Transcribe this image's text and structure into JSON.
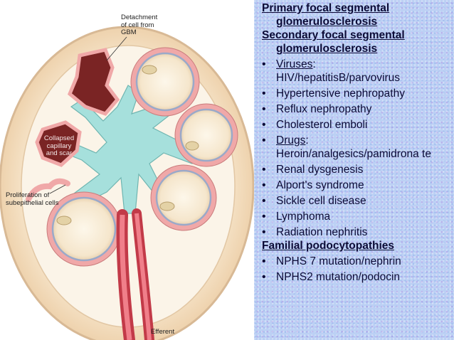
{
  "figure": {
    "labels": {
      "detachment": "Detachment\nof cell from\nGBM",
      "collapsed": "Collapsed\ncapillary\nand scar",
      "proliferation": "Proliferation of\nsubepithelial cells",
      "efferent": "Efferent"
    }
  },
  "panel": {
    "primary_heading": "Primary focal segmental glomerulosclerosis",
    "secondary_heading": "Secondary focal segmental glomerulosclerosis",
    "secondary_items": [
      {
        "label": "Viruses",
        "suffix": ":",
        "detail": "HIV/hepatitisB/parvovirus"
      },
      {
        "label": "Hypertensive nephropathy"
      },
      {
        "label": "Reflux nephropathy"
      },
      {
        "label": "Cholesterol emboli"
      },
      {
        "label": "Drugs",
        "suffix": ":",
        "detail": "Heroin/analgesics/pamidrona te"
      },
      {
        "label": "Renal dysgenesis"
      },
      {
        "label": "Alport's syndrome"
      },
      {
        "label": "Sickle cell disease"
      },
      {
        "label": "Lymphoma"
      },
      {
        "label": "Radiation nephritis"
      }
    ],
    "familial_heading": "Familial podocytopathies",
    "familial_items": [
      {
        "label": "NPHS 7 mutation/nephrin"
      },
      {
        "label": "NPHS2 mutation/podocin"
      }
    ]
  },
  "colors": {
    "capsule": "#f3d9b8",
    "capsule_edge": "#c9a98a",
    "podocyte": "#f0a8a8",
    "mesangium": "#a6e0dc",
    "sclerosis": "#7a2424",
    "vessel": "#e05561",
    "panel_bg": "#bcd0f4",
    "text": "#0b0b36"
  }
}
